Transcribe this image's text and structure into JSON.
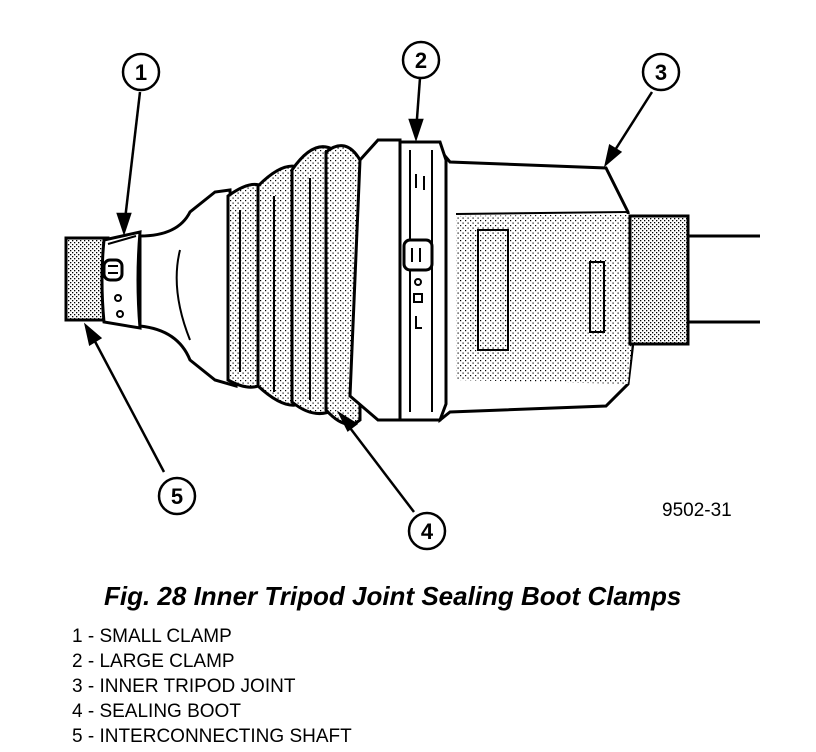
{
  "figure": {
    "id": "9502-31",
    "caption": "Fig. 28 Inner Tripod Joint Sealing Boot Clamps",
    "callouts": [
      "1",
      "2",
      "3",
      "4",
      "5"
    ]
  },
  "legend": [
    "1 - SMALL CLAMP",
    "2 - LARGE CLAMP",
    "3 - INNER TRIPOD JOINT",
    "4 - SEALING BOOT",
    "5 - INTERCONNECTING SHAFT"
  ]
}
